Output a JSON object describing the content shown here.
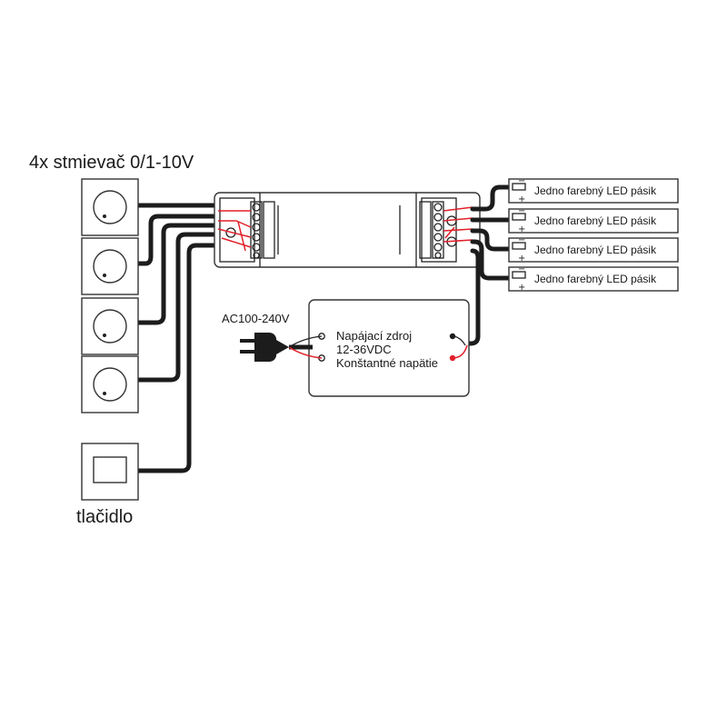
{
  "title": "4x stmievač 0/1-10V",
  "button_label": "tlačidlo",
  "ac_label": "AC100-240V",
  "psu": {
    "line1": "Napájací zdroj",
    "line2": "12-36VDC",
    "line3": "Konštantné napätie"
  },
  "led_strips": [
    {
      "label": "Jedno farebný LED pásik"
    },
    {
      "label": "Jedno farebný LED pásik"
    },
    {
      "label": "Jedno farebný LED pásik"
    },
    {
      "label": "Jedno farebný LED pásik"
    }
  ],
  "dimmers": [
    {
      "icon": "dimmer-knob-icon"
    },
    {
      "icon": "dimmer-knob-icon"
    },
    {
      "icon": "dimmer-knob-icon"
    },
    {
      "icon": "dimmer-knob-icon"
    }
  ],
  "colors": {
    "wire": "#1c1c1c",
    "accent_red": "#e0202a",
    "outline": "#333333"
  }
}
